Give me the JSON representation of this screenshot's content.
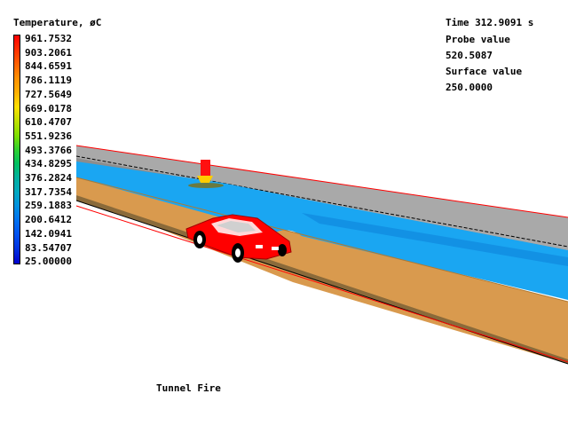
{
  "legend": {
    "title": "Temperature, øC",
    "ticks": [
      {
        "label": "961.7532",
        "color": "#ff0000"
      },
      {
        "label": "903.2061",
        "color": "#ff3000"
      },
      {
        "label": "844.6591",
        "color": "#ff6000"
      },
      {
        "label": "786.1119",
        "color": "#ff9000"
      },
      {
        "label": "727.5649",
        "color": "#ffb000"
      },
      {
        "label": "669.0178",
        "color": "#ffe000"
      },
      {
        "label": "610.4707",
        "color": "#c0e000"
      },
      {
        "label": "551.9236",
        "color": "#80e000"
      },
      {
        "label": "493.3766",
        "color": "#30d030"
      },
      {
        "label": "434.8295",
        "color": "#00c060"
      },
      {
        "label": "376.2824",
        "color": "#00b0a0"
      },
      {
        "label": "317.7354",
        "color": "#00a8c0"
      },
      {
        "label": "259.1883",
        "color": "#0090e0"
      },
      {
        "label": "200.6412",
        "color": "#0070f0"
      },
      {
        "label": "142.0941",
        "color": "#0050f0"
      },
      {
        "label": "83.54707",
        "color": "#0030e0"
      },
      {
        "label": "25.00000",
        "color": "#0000d0"
      }
    ]
  },
  "readout": {
    "time": "Time 312.9091 s",
    "probe_label": "Probe value",
    "probe_value": "520.5087",
    "surface_label": "Surface value",
    "surface_value": "250.0000"
  },
  "caption": "Tunnel Fire",
  "colors": {
    "smoke": "#1aa6f2",
    "floor": "#d99a4e",
    "ceiling": "#a9a9a9",
    "car": "#ff0000",
    "fire": "#ff1010"
  }
}
